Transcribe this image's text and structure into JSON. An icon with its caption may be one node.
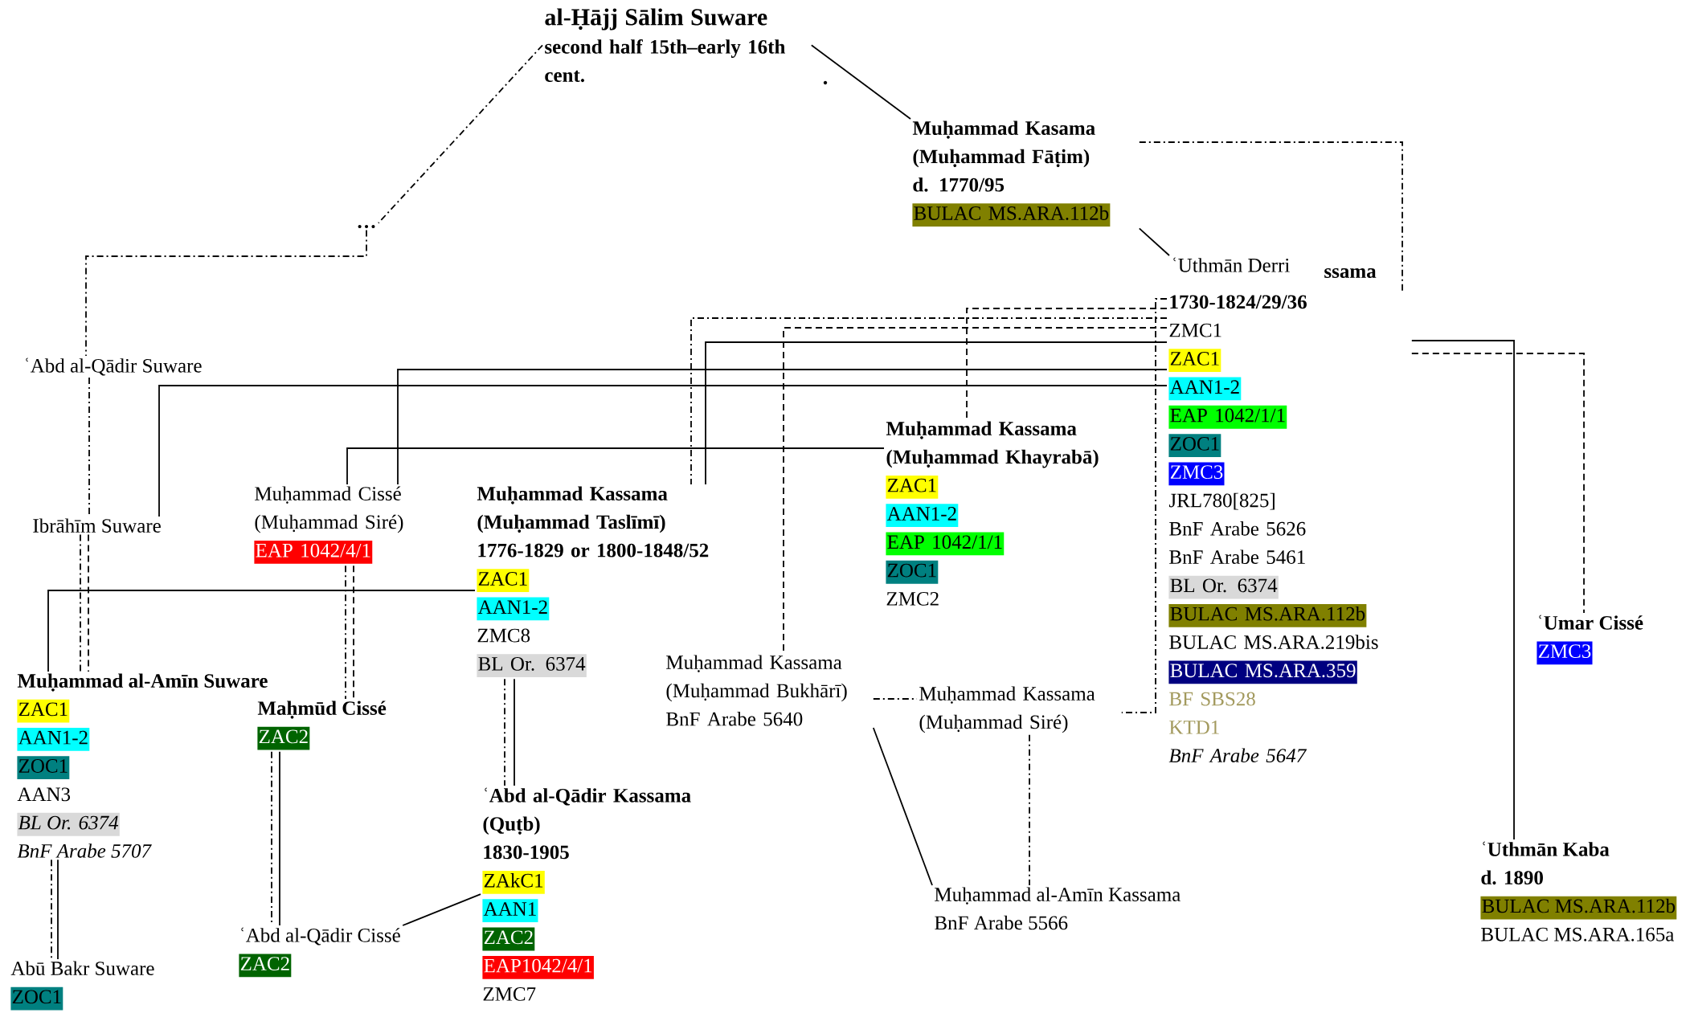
{
  "diagram": {
    "nodes": [
      {
        "text": [
          "al-Ḥājj Sālim Suware",
          "second half 15th–early 16th cent."
        ]
      },
      {
        "text": [
          "…"
        ]
      },
      {
        "text": [
          "Muḥammad Kasama (Muḥammad Fāṭim)",
          "d. 1770/95",
          "BULAC MS.ARA.112b"
        ]
      },
      {
        "text": [
          "ʿUthmān Derri"
        ]
      },
      {
        "text": [
          "1730-1824/29/36",
          "ZMC1",
          "ZAC1",
          "AAN1-2",
          "EAP 1042/1/1",
          "ZOC1",
          "ZMC3",
          "JRL780[825]",
          "BnF Arabe 5626",
          "BnF Arabe 5461",
          "BL Or. 6374",
          "BULAC MS.ARA.112b",
          "BULAC MS.ARA.219bis",
          "BULAC MS.ARA.359",
          "BF SBS28",
          "KTD1",
          "BnF Arabe 5647"
        ],
        "beside": [
          "ssama"
        ]
      },
      {
        "text": [
          "ʿAbd al-Qādir Suware"
        ]
      },
      {
        "text": [
          "Ibrāhīm Suware"
        ]
      },
      {
        "text": [
          "Muḥammad Cissé (Muḥammad Siré)",
          "EAP 1042/4/1"
        ]
      },
      {
        "text": [
          "Muḥammad Kassama (Muḥammad Taslīmī)",
          "1776-1829 or 1800-1848/52",
          "ZAC1",
          "AAN1-2",
          "ZMC8",
          "BL Or. 6374"
        ]
      },
      {
        "text": [
          "Muḥammad Kassama (Muḥammad Khayrabā)",
          "ZAC1",
          "AAN1-2",
          "EAP 1042/1/1",
          "ZOC1",
          "ZMC2"
        ]
      },
      {
        "text": [
          "Muḥammad al-Amīn Suware",
          "ZAC1",
          "AAN1-2",
          "ZOC1",
          "AAN3",
          "BL Or. 6374",
          "BnF Arabe 5707"
        ]
      },
      {
        "text": [
          "Maḥmūd Cissé",
          "ZAC2"
        ]
      },
      {
        "text": [
          "Muḥammad Kassama (Muḥammad Bukhārī)",
          "BnF Arabe 5640"
        ]
      },
      {
        "text": [
          "Muḥammad Kassama (Muḥammad Siré)"
        ]
      },
      {
        "text": [
          "ʿUmar Cissé",
          "ZMC3"
        ]
      },
      {
        "text": [
          "ʿAbd al-Qādir Kassama (Quṭb)",
          "1830-1905",
          "ZAkC1",
          "AAN1",
          "ZAC2",
          "EAP1042/4/1",
          "ZMC7"
        ]
      },
      {
        "text": [
          "Muḥammad al-Amīn Kassama",
          "BnF Arabe 5566"
        ]
      },
      {
        "text": [
          "ʿUthmān Kaba",
          "d. 1890",
          "BULAC MS.ARA.112b",
          "BULAC MS.ARA.165a"
        ]
      },
      {
        "text": [
          "ʿAbd al-Qādir Cissé",
          "ZAC2"
        ]
      },
      {
        "text": [
          "Abū Bakr Suware",
          "ZOC1"
        ]
      }
    ],
    "edges": [
      {
        "from": 0,
        "to": 2,
        "arrow": "none"
      },
      {
        "from": 0,
        "to": 1,
        "arrow": "none",
        "style": "dashed"
      },
      {
        "from": 1,
        "to": 5,
        "arrow": "none",
        "style": "dashed"
      },
      {
        "from": 5,
        "to": 6,
        "arrow": "none",
        "style": "dashed"
      },
      {
        "from": 6,
        "to": 10,
        "arrow": "none",
        "style": "dashed"
      },
      {
        "from": 6,
        "to": 10,
        "arrow": "none",
        "style": "dashed"
      },
      {
        "from": 10,
        "to": 19,
        "arrow": "none",
        "style": "dashed"
      },
      {
        "from": 10,
        "to": 19,
        "arrow": "none"
      },
      {
        "from": 2,
        "to": 3,
        "arrow": "none"
      },
      {
        "from": 2,
        "to": 4,
        "arrow": "none",
        "style": "dashed"
      },
      {
        "from": 4,
        "to": 17,
        "arrow": "none"
      },
      {
        "from": 4,
        "to": 14,
        "arrow": "none",
        "style": "dashed"
      },
      {
        "from": 4,
        "to": 13,
        "arrow": "none",
        "style": "dashed"
      },
      {
        "from": 4,
        "to": 9,
        "arrow": "none",
        "style": "dashed"
      },
      {
        "from": 4,
        "to": 8,
        "arrow": "none",
        "style": "dashed"
      },
      {
        "from": 4,
        "to": 12,
        "arrow": "none",
        "style": "dashed"
      },
      {
        "from": 4,
        "to": 8,
        "arrow": "none"
      },
      {
        "from": 4,
        "to": 7,
        "arrow": "none"
      },
      {
        "from": 4,
        "to": 6,
        "arrow": "none"
      },
      {
        "from": 9,
        "to": 7,
        "arrow": "none"
      },
      {
        "from": 8,
        "to": 10,
        "arrow": "none"
      },
      {
        "from": 7,
        "to": 11,
        "arrow": "none",
        "style": "dashed"
      },
      {
        "from": 7,
        "to": 11,
        "arrow": "none",
        "style": "dashed"
      },
      {
        "from": 11,
        "to": 18,
        "arrow": "none",
        "style": "dashed"
      },
      {
        "from": 11,
        "to": 18,
        "arrow": "none"
      },
      {
        "from": 8,
        "to": 15,
        "arrow": "none",
        "style": "dashed"
      },
      {
        "from": 8,
        "to": 15,
        "arrow": "none"
      },
      {
        "from": 15,
        "to": 18,
        "arrow": "none"
      },
      {
        "from": 12,
        "to": 13,
        "arrow": "none",
        "style": "dashed"
      },
      {
        "from": 12,
        "to": 16,
        "arrow": "none"
      },
      {
        "from": 13,
        "to": 16,
        "arrow": "none",
        "style": "dashed"
      }
    ]
  }
}
